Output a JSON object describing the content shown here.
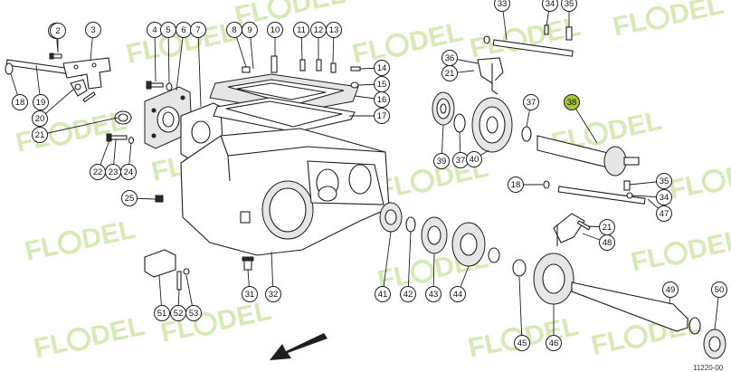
{
  "watermark": {
    "text_left": "FL",
    "text_right": "DEL",
    "color": "#b5d97a"
  },
  "highlight_color": "#a7c63a",
  "reference_code": "11220-00",
  "callouts": [
    "1",
    "2",
    "3",
    "4",
    "5",
    "6",
    "7",
    "8",
    "9",
    "10",
    "11",
    "12",
    "13",
    "14",
    "15",
    "16",
    "17",
    "18",
    "19",
    "20",
    "21",
    "21",
    "21",
    "22",
    "23",
    "24",
    "25",
    "31",
    "32",
    "33",
    "34",
    "35",
    "36",
    "37",
    "38",
    "39",
    "40",
    "41",
    "42",
    "43",
    "44",
    "45",
    "46",
    "47",
    "48",
    "49",
    "50",
    "51",
    "52",
    "53",
    "34",
    "35",
    "18",
    "37"
  ],
  "highlighted_part": "38",
  "icons": {
    "direction": "front-direction-arrow-icon"
  }
}
